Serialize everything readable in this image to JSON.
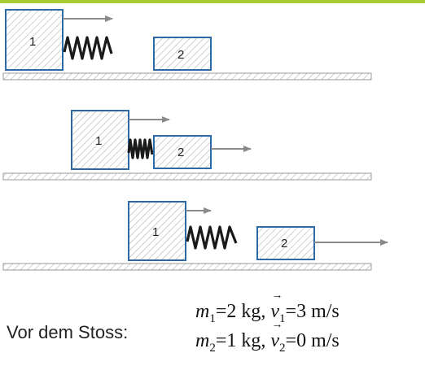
{
  "colors": {
    "header_bar": "#a6cc31",
    "block_stroke": "#2b6aa6",
    "hatch": "#b0b0b0",
    "arrow": "#8a8a8a",
    "spring": "#1a1a1a"
  },
  "blocks": {
    "one": "1",
    "two": "2"
  },
  "caption": {
    "label": "Vor dem Stoss:",
    "m1_symbol": "m",
    "m1_sub": "1",
    "m1_value": "=2  kg,",
    "v1_symbol": "v",
    "v1_sub": "1",
    "v1_value": "=3  m/s",
    "m2_symbol": "m",
    "m2_sub": "2",
    "m2_value": "=1  kg,",
    "v2_symbol": "v",
    "v2_sub": "2",
    "v2_value": "=0  m/s"
  }
}
